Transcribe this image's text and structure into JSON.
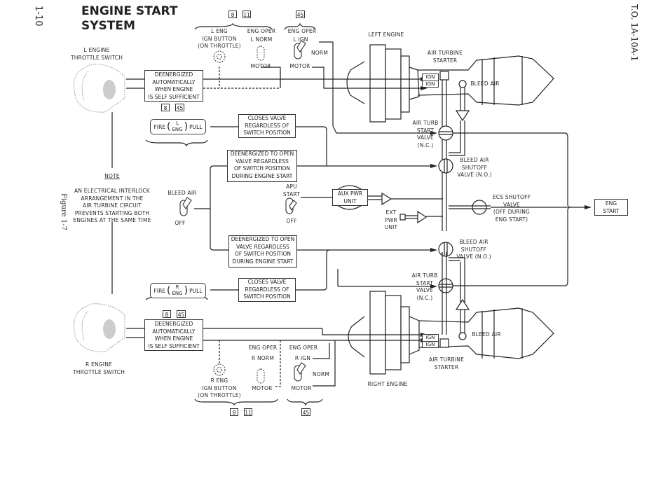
{
  "page": {
    "number": "1-10",
    "doc_id": "T.O. 1A-10A-1",
    "figure": "Figure 1-7",
    "title_line1": "ENGINE START",
    "title_line2": "SYSTEM"
  },
  "left_side": {
    "throttle_switch": [
      "L ENGINE",
      "THROTTLE SWITCH"
    ],
    "deenergized_box": [
      "DEENERGIZED",
      "AUTOMATICALLY",
      "WHEN ENGINE",
      "IS SELF SUFFICIENT"
    ],
    "refs_throttle": [
      "8",
      "45"
    ],
    "fire_handle": {
      "left": "FIRE",
      "top": "L",
      "bottom": "ENG",
      "right": "PULL"
    },
    "closes_valve_box": [
      "CLOSES VALVE",
      "REGARDLESS OF",
      "SWITCH POSITION"
    ],
    "deenergized_open_box": [
      "DEENERGIZED TO OPEN",
      "VALVE REGARDLESS",
      "OF SWITCH POSITION",
      "DURING ENGINE START"
    ],
    "refs_top": [
      "8",
      "11"
    ],
    "ref_top_45": "45",
    "ign_button": [
      "L ENG",
      "IGN BUTTON",
      "(ON THROTTLE)"
    ],
    "eng_oper_norm": {
      "title": "ENG OPER",
      "pos_top": "L NORM",
      "pos_bottom": "MOTOR"
    },
    "eng_oper_ign": {
      "title": "ENG OPER",
      "pos_top": "L IGN",
      "pos_mid": "NORM",
      "pos_bottom": "MOTOR"
    }
  },
  "right_side": {
    "throttle_switch": [
      "R ENGINE",
      "THROTTLE SWITCH"
    ],
    "deenergized_box": [
      "DEENERGIZED",
      "AUTOMATICALLY",
      "WHEN ENGINE",
      "IS SELF SUFFICIENT"
    ],
    "refs_throttle": [
      "8",
      "45"
    ],
    "fire_handle": {
      "left": "FIRE",
      "top": "R",
      "bottom": "ENG",
      "right": "PULL"
    },
    "closes_valve_box": [
      "CLOSES VALVE",
      "REGARDLESS OF",
      "SWITCH POSITION"
    ],
    "deenergized_open_box": [
      "DEENERGIZED TO OPEN",
      "VALVE REGARDLESS",
      "OF SWITCH POSITION",
      "DURING ENGINE START"
    ],
    "refs_bottom": [
      "8",
      "11"
    ],
    "ref_bottom_45": "45",
    "ign_button": [
      "R ENG",
      "IGN BUTTON",
      "(ON THROTTLE)"
    ],
    "eng_oper_norm": {
      "title": "ENG OPER",
      "pos_top": "R NORM",
      "pos_bottom": "MOTOR"
    },
    "eng_oper_ign": {
      "title": "ENG OPER",
      "pos_top": "R IGN",
      "pos_mid": "NORM",
      "pos_bottom": "MOTOR"
    }
  },
  "center": {
    "note_title": "NOTE",
    "note_text": [
      "AN ELECTRICAL INTERLOCK",
      "ARRANGEMENT IN THE",
      "AIR TURBINE CIRCUIT",
      "PREVENTS STARTING BOTH",
      "ENGINES AT THE SAME TIME"
    ],
    "bleed_air_switch": {
      "title": "BLEED AIR",
      "pos": "OFF"
    },
    "apu_switch": {
      "title_1": "APU",
      "title_2": "START",
      "pos": "OFF"
    },
    "aux_pwr_unit": [
      "AUX PWR",
      "UNIT"
    ],
    "ext_pwr_unit": [
      "EXT",
      "PWR",
      "UNIT"
    ],
    "ecs_valve": [
      "ECS SHUTOFF",
      "VALVE",
      "(OFF DURING",
      "ENG START)"
    ],
    "eng_start_box": [
      "ENG",
      "START"
    ]
  },
  "left_engine": {
    "name": "LEFT ENGINE",
    "starter": [
      "AIR TURBINE",
      "STARTER"
    ],
    "ign": [
      "IGN",
      "IGN"
    ],
    "bleed_air": "BLEED AIR",
    "start_valve": [
      "AIR TURB",
      "START",
      "VALVE",
      "(N.C.)"
    ],
    "shutoff_valve": [
      "BLEED AIR",
      "SHUTOFF",
      "VALVE (N.O.)"
    ]
  },
  "right_engine": {
    "name": "RIGHT ENGINE",
    "starter": [
      "AIR TURBINE",
      "STARTER"
    ],
    "ign": [
      "IGN",
      "IGN"
    ],
    "bleed_air": "BLEED AIR",
    "start_valve": [
      "AIR TURB",
      "START",
      "VALVE",
      "(N.C.)"
    ],
    "shutoff_valve": [
      "BLEED AIR",
      "SHUTOFF",
      "VALVE (N.O.)"
    ]
  }
}
